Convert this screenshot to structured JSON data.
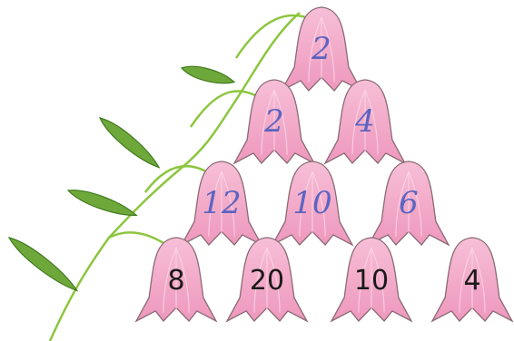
{
  "colors": {
    "background": "#ffffff",
    "stem": "#8cc63f",
    "leaf": "#6fa83a",
    "leaf_dark": "#3f7a1e",
    "petal": "#f3a9c8",
    "petal_light": "#fbd7e6",
    "petal_outline": "#8a6a74",
    "printed_text": "#1a1a1a",
    "handwritten_text": "#4a5cc0"
  },
  "rows": [
    {
      "kind": "handwritten",
      "values": [
        "2"
      ]
    },
    {
      "kind": "handwritten",
      "values": [
        "2",
        "4"
      ]
    },
    {
      "kind": "handwritten",
      "values": [
        "12",
        "10",
        "6"
      ]
    },
    {
      "kind": "printed",
      "values": [
        "8",
        "20",
        "10",
        "4"
      ]
    }
  ]
}
